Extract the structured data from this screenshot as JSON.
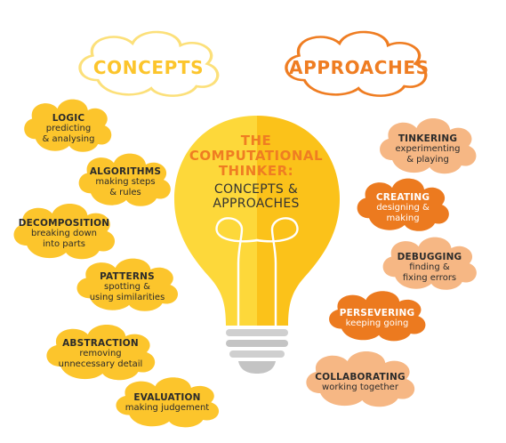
{
  "headings": {
    "concepts": "CONCEPTS",
    "approaches": "APPROACHES"
  },
  "center": {
    "line1": "THE",
    "line2": "COMPUTATIONAL",
    "line3": "THINKER:",
    "line4": "CONCEPTS & APPROACHES"
  },
  "concepts": [
    {
      "title": "LOGIC",
      "desc1": "predicting",
      "desc2": "& analysing"
    },
    {
      "title": "ALGORITHMS",
      "desc1": "making steps",
      "desc2": "& rules"
    },
    {
      "title": "DECOMPOSITION",
      "desc1": "breaking down",
      "desc2": "into parts"
    },
    {
      "title": "PATTERNS",
      "desc1": "spotting &",
      "desc2": "using similarities"
    },
    {
      "title": "ABSTRACTION",
      "desc1": "removing",
      "desc2": "unnecessary detail"
    },
    {
      "title": "EVALUATION",
      "desc1": "making judgement",
      "desc2": ""
    }
  ],
  "approaches": [
    {
      "title": "TINKERING",
      "desc1": "experimenting",
      "desc2": "& playing"
    },
    {
      "title": "CREATING",
      "desc1": "designing &",
      "desc2": "making"
    },
    {
      "title": "DEBUGGING",
      "desc1": "finding &",
      "desc2": "fixing errors"
    },
    {
      "title": "PERSEVERING",
      "desc1": "keeping going",
      "desc2": ""
    },
    {
      "title": "COLLABORATING",
      "desc1": "working together",
      "desc2": ""
    }
  ],
  "colors": {
    "concept_yellow": "#fcc52c",
    "approach_peach": "#f6b784",
    "approach_orange": "#ec7a1f",
    "bulb_light": "#fdd83a",
    "bulb_dark": "#fbc21a",
    "base_gray": "#c9c9c9"
  }
}
